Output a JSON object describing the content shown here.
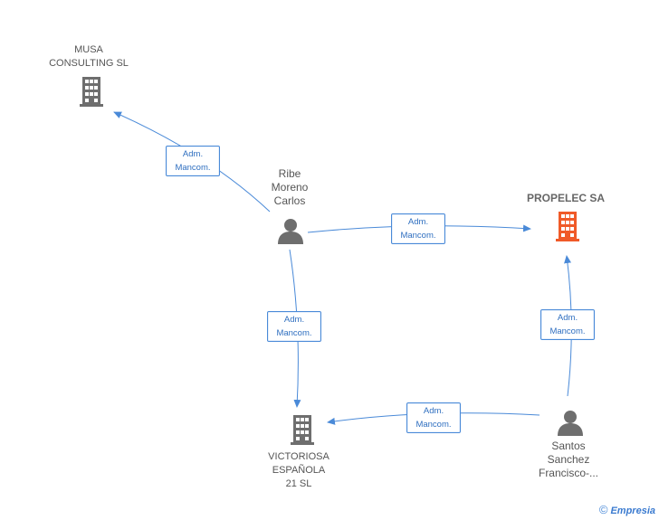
{
  "nodes": {
    "musa": {
      "label": "MUSA\nCONSULTING SL"
    },
    "ribe": {
      "label": "Ribe\nMoreno\nCarlos"
    },
    "propelec": {
      "label": "PROPELEC SA"
    },
    "victoriosa": {
      "label": "VICTORIOSA\nESPAÑOLA\n21  SL"
    },
    "santos": {
      "label": "Santos\nSanchez\nFrancisco-..."
    }
  },
  "edges": [
    {
      "line1": "Adm.",
      "line2": "Mancom."
    },
    {
      "line1": "Adm.",
      "line2": "Mancom."
    },
    {
      "line1": "Adm.",
      "line2": "Mancom."
    },
    {
      "line1": "Adm.",
      "line2": "Mancom."
    },
    {
      "line1": "Adm.",
      "line2": "Mancom."
    }
  ],
  "footer": {
    "copyright": "©",
    "brand": "Empresia"
  },
  "colors": {
    "edge": "#4a8ad8",
    "company_icon": "#6e6e6e",
    "focus_icon": "#f05a28",
    "person_icon": "#6e6e6e"
  },
  "icons": {
    "company": "building-icon",
    "person": "person-icon"
  }
}
